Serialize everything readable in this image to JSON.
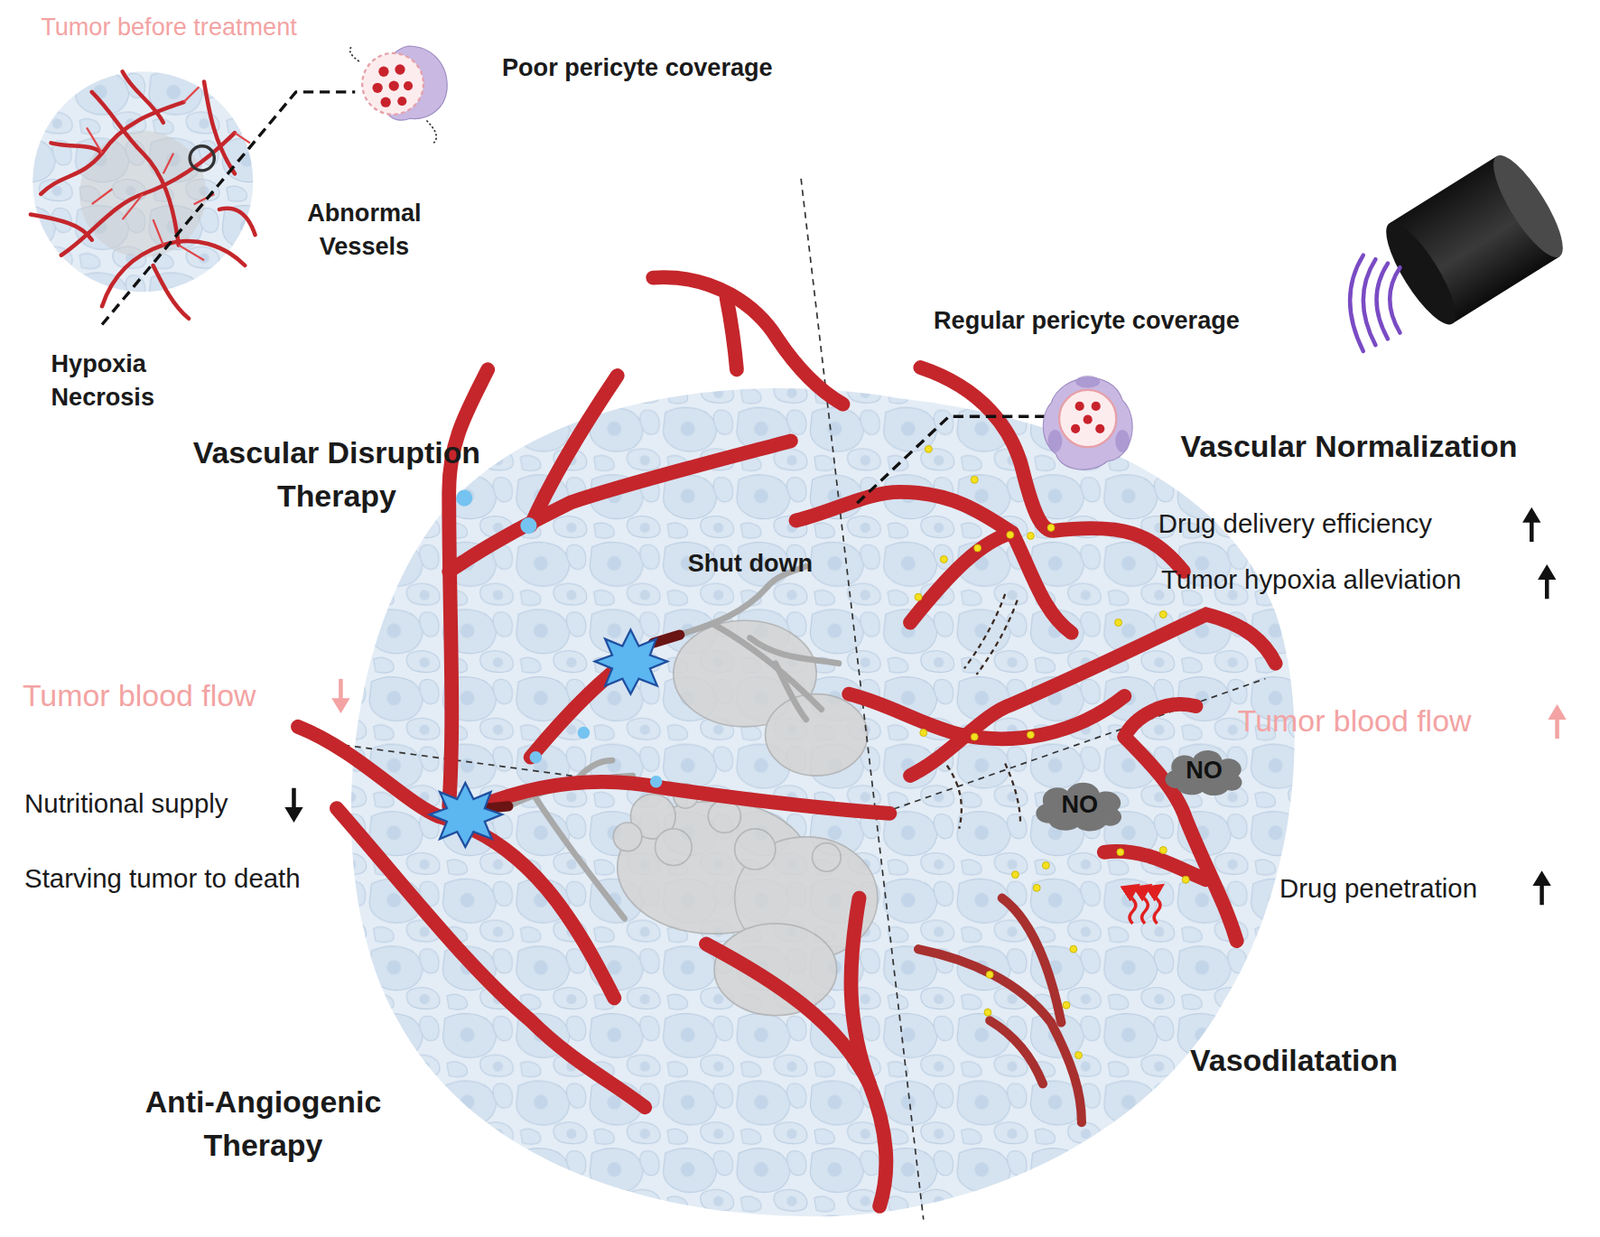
{
  "diagram": {
    "nodes": [
      {
        "text": [
          "NO"
        ]
      },
      {
        "text": [
          "NO"
        ]
      }
    ],
    "labels": [
      "Tumor before treatment",
      "Poor pericyte coverage",
      "Abnormal Vessels",
      "Hypoxia Necrosis",
      "Regular pericyte coverage",
      "Vascular Disruption Therapy",
      "Vascular Normalization",
      "Drug delivery efficiency",
      "Shut down",
      "Tumor hypoxia alleviation",
      "Tumor blood flow",
      "Tumor blood flow",
      "Nutritional supply",
      "Starving tumor to death",
      "Drug penetration",
      "Vasodilatation",
      "Anti-Angiogenic Therapy"
    ]
  }
}
